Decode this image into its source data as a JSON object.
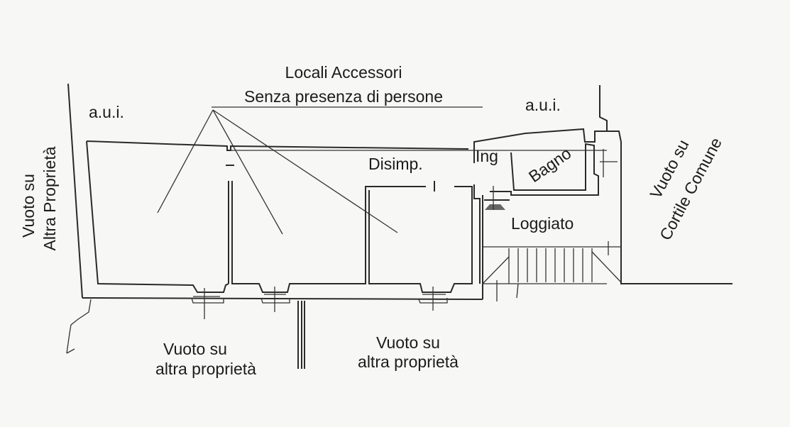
{
  "title": {
    "line1": "Locali Accessori",
    "line2": "Senza presenza di persone"
  },
  "labels": {
    "aui_left": "a.u.i.",
    "aui_right": "a.u.i.",
    "disimp": "Disimp.",
    "ing": "Ing",
    "bagno": "Bagno",
    "loggiato": "Loggiato",
    "left_side": {
      "line1": "Vuoto su",
      "line2": "Altra Proprietà"
    },
    "right_side": {
      "line1": "Vuoto su",
      "line2": "Cortile Comune"
    },
    "bottom_left": {
      "line1": "Vuoto su",
      "line2": "altra proprietà"
    },
    "bottom_center": {
      "line1": "Vuoto su",
      "line2": "altra proprietà"
    }
  }
}
